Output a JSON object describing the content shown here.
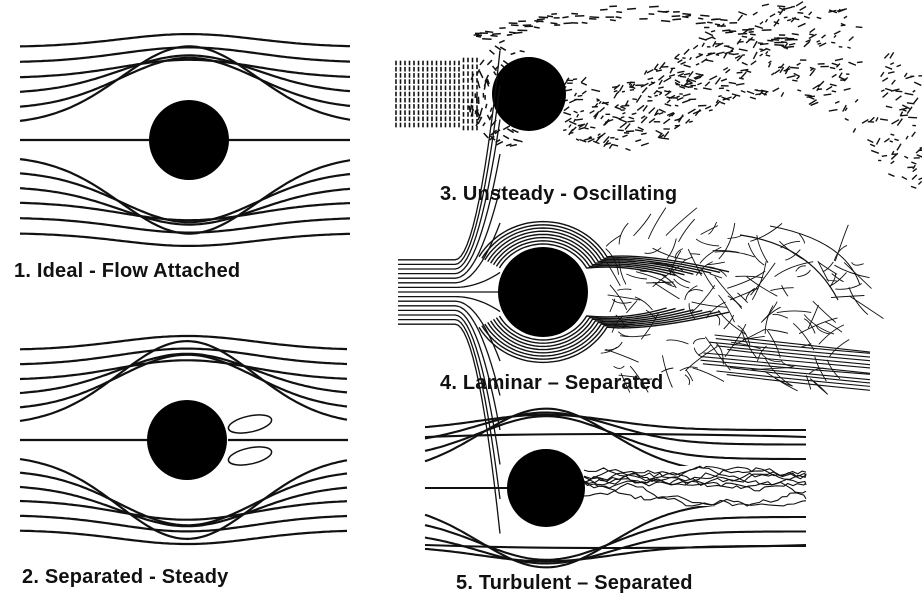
{
  "panels": [
    {
      "id": "p1",
      "caption": "1.  Ideal  - Flow  Attached",
      "regime": "ideal"
    },
    {
      "id": "p2",
      "caption": "2.  Separated - Steady",
      "regime": "separated-steady"
    },
    {
      "id": "p3",
      "caption": "3.  Unsteady - Oscillating",
      "regime": "unsteady-oscillating"
    },
    {
      "id": "p4",
      "caption": "4.  Laminar – Separated",
      "regime": "laminar-separated"
    },
    {
      "id": "p5",
      "caption": "5.  Turbulent – Separated",
      "regime": "turbulent-separated"
    }
  ],
  "colors": {
    "line": "#111111",
    "cylinder": "#000000",
    "background": "#ffffff"
  }
}
